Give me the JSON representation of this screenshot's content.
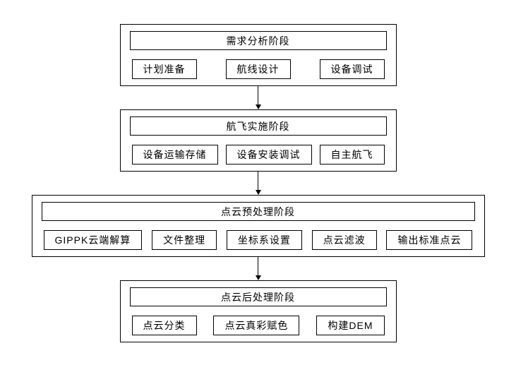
{
  "diagram": {
    "type": "flowchart",
    "orientation": "top-down",
    "colors": {
      "border": "#000000",
      "background": "#ffffff",
      "text": "#000000"
    },
    "stages": [
      {
        "title": "需求分析阶段",
        "items": [
          "计划准备",
          "航线设计",
          "设备调试"
        ]
      },
      {
        "title": "航飞实施阶段",
        "items": [
          "设备运输存储",
          "设备安装调试",
          "自主航飞"
        ]
      },
      {
        "title": "点云预处理阶段",
        "items": [
          "GIPPK云端解算",
          "文件整理",
          "坐标系设置",
          "点云滤波",
          "输出标准点云"
        ]
      },
      {
        "title": "点云后处理阶段",
        "items": [
          "点云分类",
          "点云真彩赋色",
          "构建DEM"
        ]
      }
    ]
  }
}
